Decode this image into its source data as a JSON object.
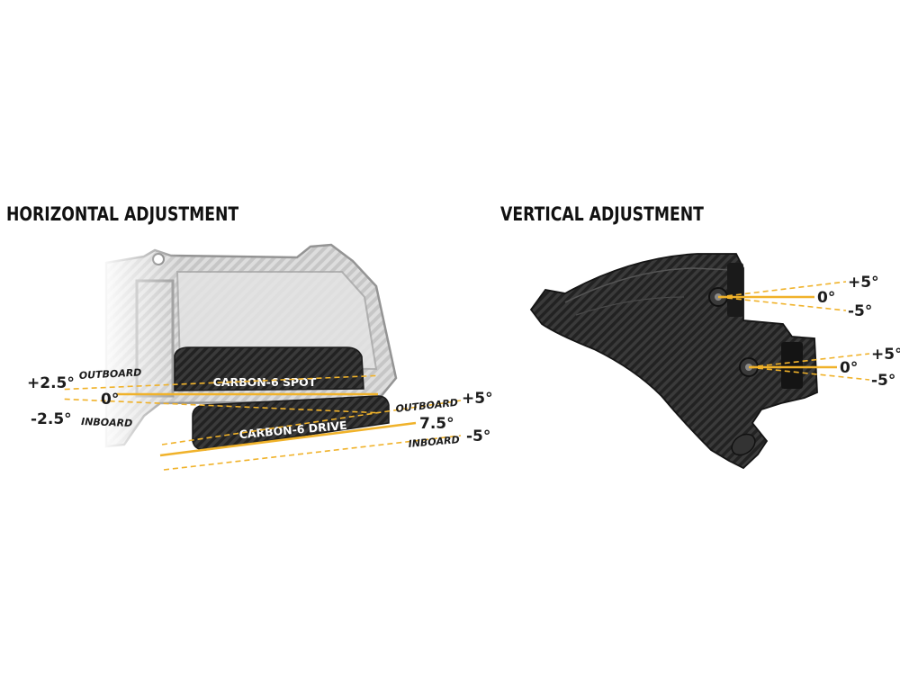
{
  "horizontal": {
    "title": "HORIZONTAL ADJUSTMENT",
    "products": {
      "spot": "CARBON-6 SPOT",
      "drive": "CARBON-6 DRIVE"
    },
    "spot_angles": {
      "outboard": "+2.5°",
      "center": "0°",
      "inboard": "-2.5°"
    },
    "spot_tags": {
      "outboard": "OUTBOARD",
      "inboard": "INBOARD"
    },
    "drive_angles": {
      "outboard": "+5°",
      "center": "7.5°",
      "inboard": "-5°"
    },
    "drive_tags": {
      "outboard": "OUTBOARD",
      "inboard": "INBOARD"
    }
  },
  "vertical": {
    "title": "VERTICAL ADJUSTMENT",
    "upper": {
      "up": "+5°",
      "center": "0°",
      "down": "-5°"
    },
    "lower": {
      "up": "+5°",
      "center": "0°",
      "down": "-5°"
    }
  },
  "colors": {
    "accent": "#f0b22a",
    "label": "#1c1c1c",
    "carbon_dark": "#2a2a2a",
    "housing_outline": "#9a9a9a"
  }
}
